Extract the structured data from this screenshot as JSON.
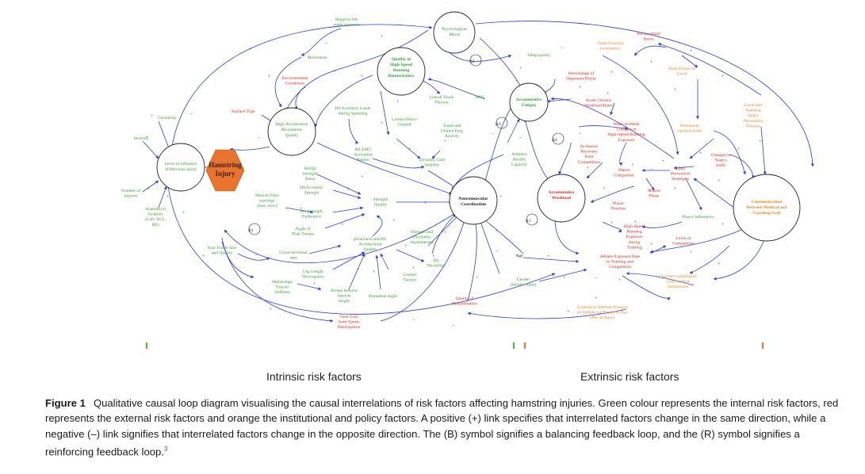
{
  "diagram": {
    "nodes": {
      "psych_mood": "Psychological Mood",
      "quality_biomech": "Quality of High-Speed Running Biomechanics",
      "accum_fatigue": "Accumulative Fatigue",
      "neuromuscular": "Neuromuscular Coordination",
      "accum_workload": "Accumulative Workload",
      "level_influence": "Level of influence of Previous injury",
      "high_accel": "High Acceleration Movements Quality",
      "hamstring_injury": "Hamstring Injury",
      "communication": "Communication Between Medical and Coaching Staff",
      "negative_life": "Negative life event presence",
      "motivation": "Motivation",
      "env_conditions": "Environmental Conditions",
      "surface_type": "Surface Type",
      "chronicity": "Chronicity",
      "severity": "Severity",
      "num_injuries": "Number of injuries",
      "anatomical": "Anatomical location (Calf, ACL, HS)",
      "hs_eccentric_loads": "HS Eccentric Loads during Sprinting",
      "lateral_trunk": "Lateral Trunk Flexion",
      "bmi": "BMI",
      "lumbo_pelvic": "Lumbo-Pelvic Control",
      "trunk_gluteal": "Trunk and Gluteal Emg Activity",
      "dynamic_core": "Dynamic Core Stability",
      "hs_emg": "HS EMG Activation Pattern",
      "hs_qu_ratio": "Hs/Qu Strength Ratio",
      "hs_eccentric_strength": "HS Eccentric Strength",
      "muscle_fibre": "Muscle Fibre typology (fast, slow)",
      "hs_strength_endurance": "HS Strength Endurance",
      "angle_peak_torque": "Angle of Peak Torque",
      "strength_quality": "Strength Quality",
      "strength_flex_asym": "Strength and Flexibility Asymmetries",
      "structural_arch": "Structural and HS Architectural Quality",
      "hs_flexibility": "HS Flexibility",
      "cross_sectional": "Cross-Sectional area",
      "leg_length": "Leg Length Discrepancy",
      "genetic": "Genetic Factors",
      "scar_tissue": "Scar Tissue Size and Quality",
      "hamstrings_fascial": "Hamstrings Fascial Stiffness",
      "biceps_femoris": "Biceps femoris fascicle length",
      "pennation": "Pennation angle",
      "time_loss": "Time Loss from Sports Participation",
      "quality_rehab": "Quality of Rehabilitation",
      "age": "Age",
      "gender": "Gender (female, male)",
      "athletes_aerobic": "Athlete's Aerobic Capacity",
      "sleep_quality": "Sleep quality",
      "interchange": "Interchange of Opponent Player",
      "acute_chronic": "Acute Chronic Workload Ratio",
      "week_to_week": "Week-to-Week Changes in High-Speed Running Exposure",
      "in_season_recovery": "In-Season Recovery from Competition",
      "match_congestion": "Match Congestion",
      "injury_prevention": "Injury Prevention Strategies",
      "season_phase": "Season Phase",
      "player_position": "Player Position",
      "high_speed_exposure": "High-Speed Running Exposure during Training",
      "level_competition": "Level of Competition",
      "athlete_exposure": "Athlete Exposure Rate to Training and Competition",
      "external_pressure": "External or Internal Pressure on Athlete for Return to Play after an Injury",
      "coaches_compliance": "Coache's compliance with medical instructions",
      "player_adherence": "Player Adherence",
      "changes_staffs": "Changes in Team's staffs",
      "sociocultural": "Sociocultural Stress",
      "team_financial_consistency": "Team financial consistency",
      "team_financial_level": "Team Financial Level",
      "permanent_medical": "Permanent medical team",
      "local_national": "Local and National Injury Prevention Policies"
    },
    "loops": [
      "B1",
      "B2",
      "B3",
      "B4",
      "R1"
    ],
    "colors": {
      "internal": "#3d9b35",
      "external": "#d42e1f",
      "institutional": "#e8892b",
      "links": "#2a3fd1",
      "hexagon": "#e8742d"
    }
  },
  "braces": {
    "intrinsic_label": "Intrinsic risk factors",
    "extrinsic_label": "Extrinsic risk factors"
  },
  "caption": {
    "figure_label": "Figure 1",
    "text": "Qualitative causal loop diagram visualising the causal interrelations of risk factors affecting hamstring injuries. Green colour represents the internal risk factors, red represents the external risk factors and orange the institutional and policy factors. A positive (+) link specifies that interrelated factors change in the same direction, while a negative (–) link signifies that interrelated factors change in the opposite direction. The (B) symbol signifies a balancing feedback loop, and the (R) symbol signifies a reinforcing feedback loop.",
    "reference": "3"
  }
}
